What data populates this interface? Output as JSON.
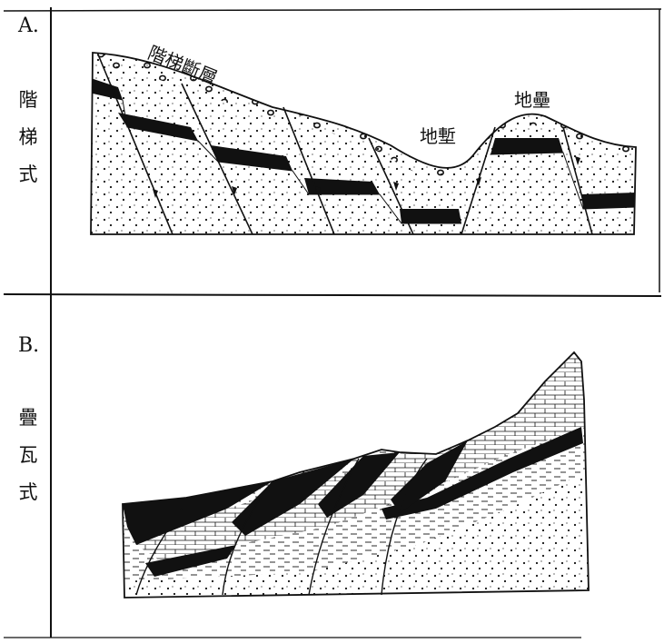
{
  "panels": [
    {
      "letter": "A.",
      "side_label_chars": [
        "階",
        "梯",
        "式"
      ],
      "annotations": {
        "step_faults": "階梯斷層",
        "graben": "地塹",
        "horst": "地壘"
      }
    },
    {
      "letter": "B.",
      "side_label_chars": [
        "疊",
        "瓦",
        "式"
      ]
    }
  ],
  "colors": {
    "ink": "#111111",
    "paper": "#ffffff",
    "stripe": "#1a1a1a"
  }
}
